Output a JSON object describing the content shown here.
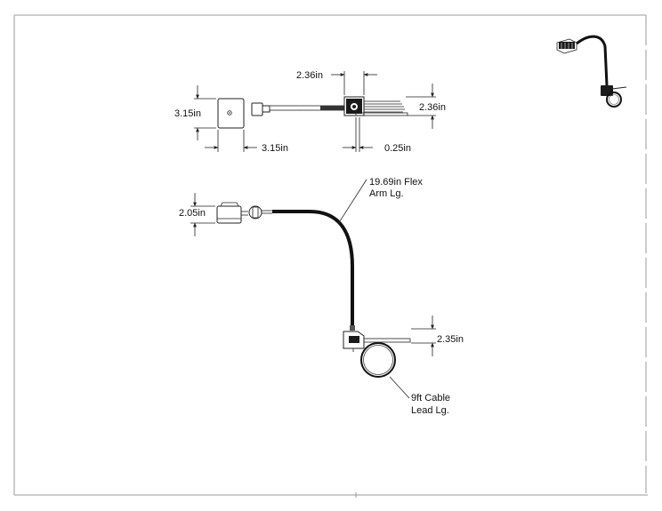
{
  "dimensions": {
    "top_view": {
      "height_left": "3.15in",
      "width_base": "3.15in",
      "clamp_width": "2.36in",
      "clamp_height": "2.36in",
      "clamp_thickness": "0.25in"
    },
    "side_view": {
      "base_height": "2.05in",
      "clamp_height": "2.35in"
    }
  },
  "callouts": {
    "flex_arm": [
      "19.69in Flex",
      "Arm Lg."
    ],
    "cable_lead": [
      "9ft Cable",
      "Lead Lg."
    ]
  },
  "colors": {
    "line": "#222222",
    "arm": "#111111",
    "frame": "#9a9a9a"
  }
}
